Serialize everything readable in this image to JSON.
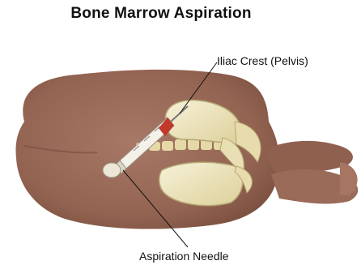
{
  "title": "Bone Marrow Aspiration",
  "labels": {
    "iliac_crest": "Iliac Crest (Pelvis)",
    "aspiration_needle": "Aspiration Needle"
  },
  "colors": {
    "skin": "#9c6f5c",
    "skin_shadow": "#7d5444",
    "bone": "#efe6c2",
    "bone_outline": "#b3a772",
    "needle_plunger": "#ede7d8",
    "needle_tip": "#c0392b"
  }
}
